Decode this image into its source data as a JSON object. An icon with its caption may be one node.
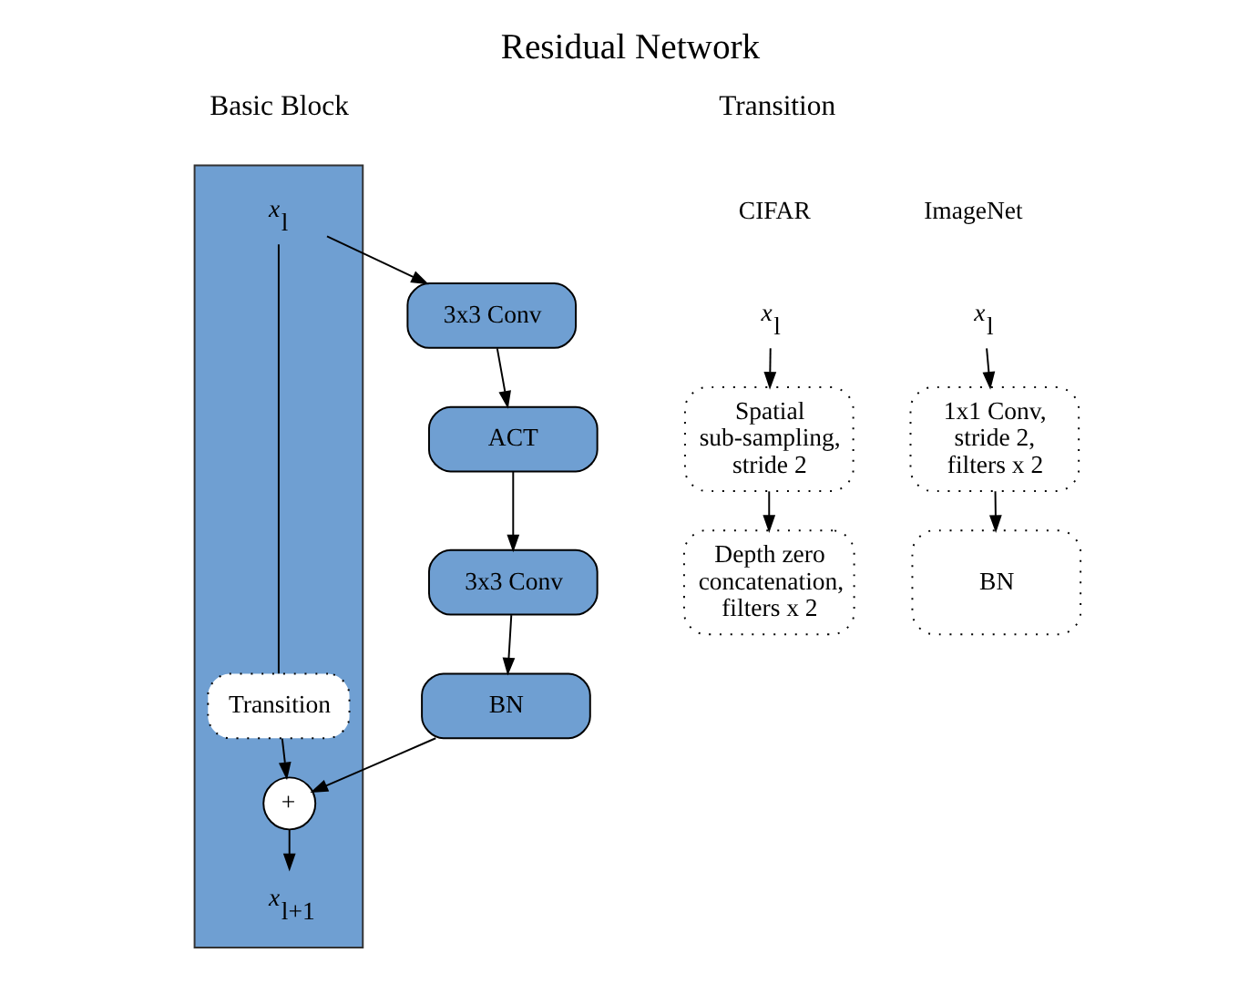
{
  "diagram": {
    "title": "Residual Network",
    "nodes": [
      {
        "text": [],
        "shape": "arrow"
      },
      {
        "text": [
          "*x*$_{l}$"
        ],
        "in": 0
      },
      {
        "text": [
          "3x3 Conv"
        ]
      },
      {
        "text": [
          "ACT"
        ]
      },
      {
        "text": [
          "3x3 Conv"
        ]
      },
      {
        "text": [
          "BN"
        ]
      },
      {
        "text": [
          "Transition"
        ],
        "in": 0
      },
      {
        "text": [
          "+"
        ],
        "in": 0
      },
      {
        "text": [
          "*x*$_{l+1}$"
        ],
        "in": 0
      },
      {
        "text": [
          "*x*$_{l}$"
        ]
      },
      {
        "text": [
          "Spatial sub-sampling, stride 2"
        ]
      },
      {
        "text": [
          "Depth zero concatenation, filters x 2"
        ]
      },
      {
        "text": [
          "*x*$_{l}$"
        ]
      },
      {
        "text": [
          "1x1 Conv, stride 2, filters x 2"
        ]
      },
      {
        "text": [
          "BN"
        ]
      }
    ],
    "edges": [
      {
        "from": 1,
        "to": 2,
        "arrow": "to"
      },
      {
        "from": 2,
        "to": 3,
        "arrow": "to"
      },
      {
        "from": 3,
        "to": 4,
        "arrow": "to"
      },
      {
        "from": 4,
        "to": 5,
        "arrow": "to"
      },
      {
        "from": 5,
        "to": 7,
        "arrow": "to"
      },
      {
        "from": 1,
        "to": 6,
        "arrow": "none"
      },
      {
        "from": 6,
        "to": 7,
        "arrow": "to"
      },
      {
        "from": 7,
        "to": 8,
        "arrow": "to"
      },
      {
        "from": 9,
        "to": 10,
        "arrow": "to"
      },
      {
        "from": 10,
        "to": 11,
        "arrow": "to"
      },
      {
        "from": 12,
        "to": 13,
        "arrow": "to"
      },
      {
        "from": 13,
        "to": 14,
        "arrow": "to"
      }
    ],
    "labels": [
      "Basic Block",
      "Transition",
      "CIFAR",
      "ImageNet"
    ]
  }
}
